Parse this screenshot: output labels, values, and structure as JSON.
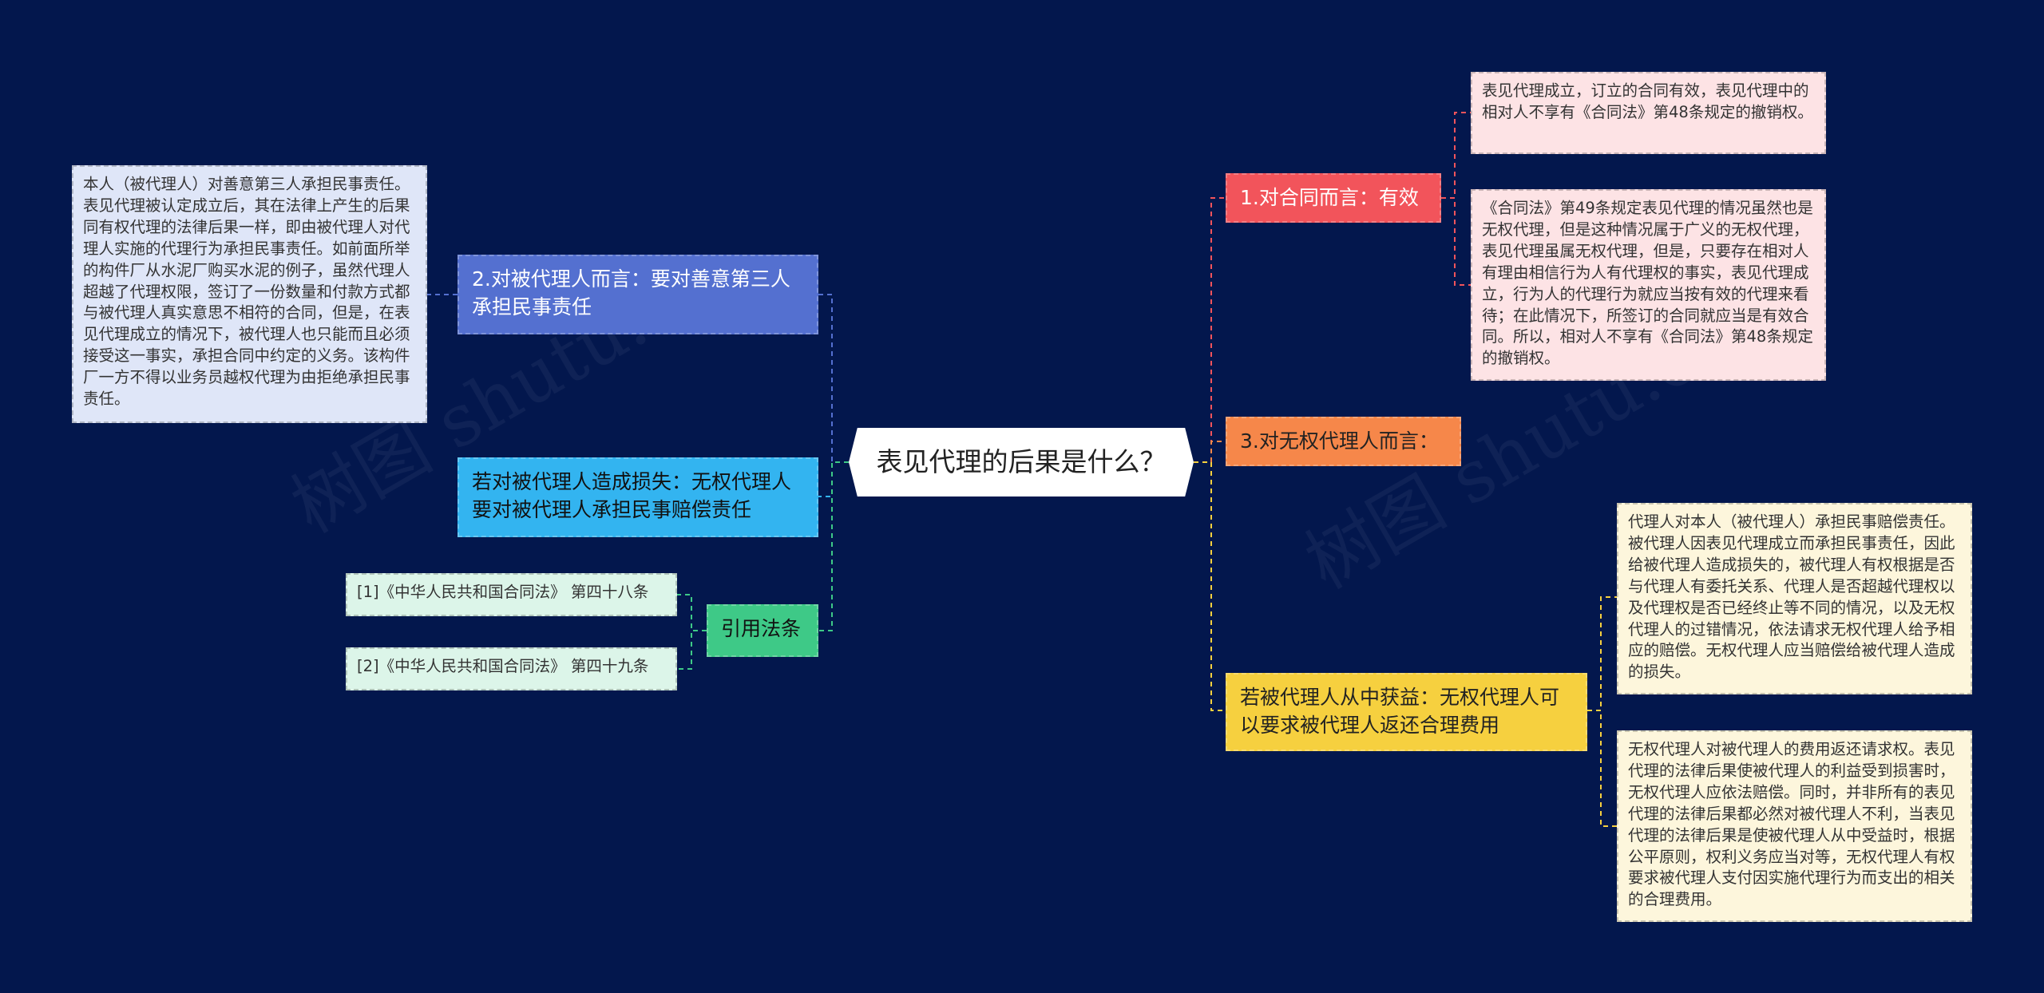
{
  "center": {
    "title": "表见代理的后果是什么？"
  },
  "branches": {
    "contract": {
      "label": "1.对合同而言：有效",
      "color": "#f2545b"
    },
    "unauthorized": {
      "label": "3.对无权代理人而言：",
      "color": "#f6874a"
    },
    "benefit": {
      "label": "若被代理人从中获益：无权代理人可以要求被代理人返还合理费用",
      "color": "#f6d03f"
    },
    "principal": {
      "label": "2.对被代理人而言：要对善意第三人承担民事责任",
      "color": "#5470d0"
    },
    "loss": {
      "label": "若对被代理人造成损失：无权代理人要对被代理人承担民事赔偿责任",
      "color": "#33b4f0"
    },
    "law": {
      "label": "引用法条",
      "color": "#3ec987"
    }
  },
  "leaves": {
    "contract_1": "表见代理成立，订立的合同有效，表见代理中的相对人不享有《合同法》第48条规定的撤销权。",
    "contract_2": "《合同法》第49条规定表见代理的情况虽然也是无权代理，但是这种情况属于广义的无权代理，表见代理虽属无权代理，但是，只要存在相对人有理由相信行为人有代理权的事实，表见代理成立，行为人的代理行为就应当按有效的代理来看待；在此情况下，所签订的合同就应当是有效合同。所以，相对人不享有《合同法》第48条规定的撤销权。",
    "benefit_1": "代理人对本人（被代理人）承担民事赔偿责任。被代理人因表见代理成立而承担民事责任，因此给被代理人造成损失的，被代理人有权根据是否与代理人有委托关系、代理人是否超越代理权以及代理权是否已经终止等不同的情况，以及无权代理人的过错情况，依法请求无权代理人给予相应的赔偿。无权代理人应当赔偿给被代理人造成的损失。",
    "benefit_2": "无权代理人对被代理人的费用返还请求权。表见代理的法律后果使被代理人的利益受到损害时，无权代理人应依法赔偿。同时，并非所有的表见代理的法律后果都必然对被代理人不利，当表见代理的法律后果是使被代理人从中受益时，根据公平原则，权利义务应当对等，无权代理人有权要求被代理人支付因实施代理行为而支出的相关的合理费用。",
    "principal_1": "本人（被代理人）对善意第三人承担民事责任。表见代理被认定成立后，其在法律上产生的后果同有权代理的法律后果一样，即由被代理人对代理人实施的代理行为承担民事责任。如前面所举的构件厂从水泥厂购买水泥的例子，虽然代理人超越了代理权限，签订了一份数量和付款方式都与被代理人真实意思不相符的合同，但是，在表见代理成立的情况下，被代理人也只能而且必须接受这一事实，承担合同中约定的义务。该构件厂一方不得以业务员越权代理为由拒绝承担民事责任。",
    "law_1": "[1]《中华人民共和国合同法》 第四十八条",
    "law_2": "[2]《中华人民共和国合同法》 第四十九条"
  },
  "colors": {
    "background": "#03174d",
    "leaf_red": "#fde3e5",
    "leaf_yellow": "#fdf6dc",
    "leaf_blue": "#dfe6f8",
    "leaf_green": "#dcf5e9"
  },
  "watermark": "树图 shutu.cn"
}
